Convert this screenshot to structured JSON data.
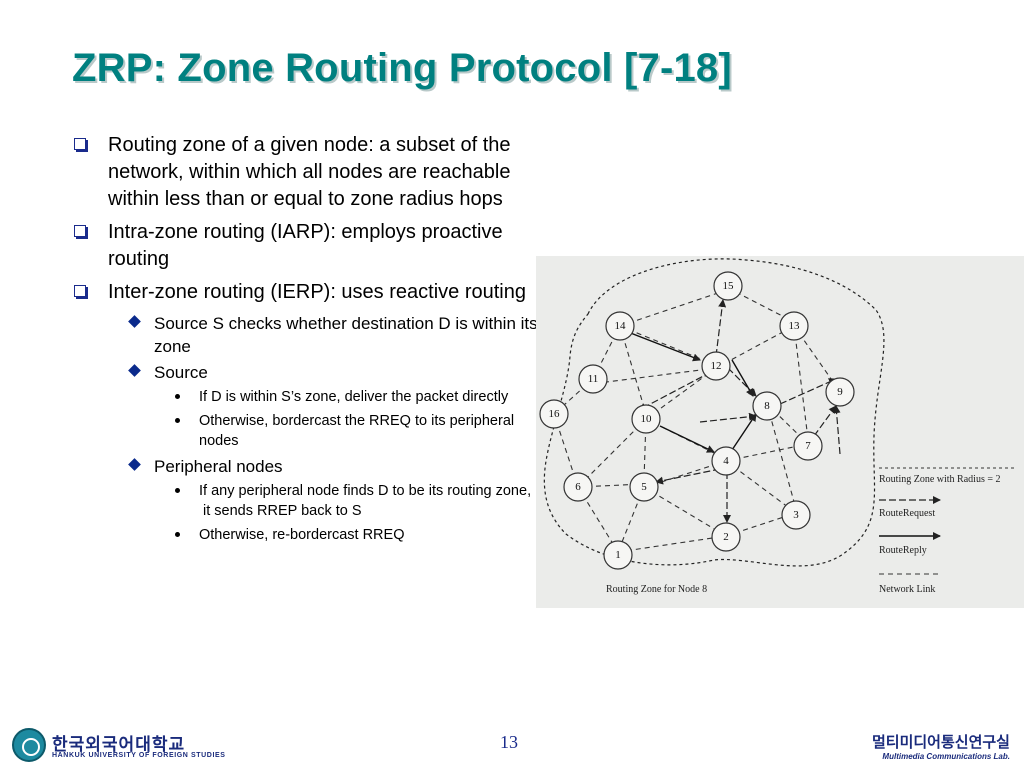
{
  "title": "ZRP: Zone Routing Protocol [7-18]",
  "bullets": {
    "b1": "Routing zone of a given node: a subset of the network, within which all nodes are reachable within less than or equal to zone radius hops",
    "b2": "Intra-zone routing (IARP): employs proactive routing",
    "b3": "Inter-zone routing (IERP): uses reactive routing",
    "b3_1": "Source S checks whether destination D is within its zone",
    "b3_2": "Source",
    "b3_2_1": "If D is within S’s zone, deliver the packet directly",
    "b3_2_2": "Otherwise, bordercast the RREQ to its peripheral nodes",
    "b3_3": "Peripheral nodes",
    "b3_3_1a": "If any peripheral node finds D to be its routing zone,",
    "b3_3_1b": " it sends RREP back to S",
    "b3_3_2": "Otherwise, re-bordercast RREQ"
  },
  "figure": {
    "caption": "Routing Zone for Node 8",
    "legend": {
      "zone": "Routing Zone with Radius = 2",
      "request": "RouteRequest",
      "reply": "RouteReply",
      "link": "Network Link"
    },
    "nodes": [
      "1",
      "2",
      "3",
      "4",
      "5",
      "6",
      "7",
      "8",
      "9",
      "10",
      "11",
      "12",
      "13",
      "14",
      "15",
      "16"
    ]
  },
  "footer": {
    "page_number": "13",
    "university_name": "한국외국어대학교",
    "university_sub": "HANKUK UNIVERSITY OF FOREIGN STUDIES",
    "lab_name": "멀티미디어통신연구실",
    "lab_sub": "Multimedia Communications Lab."
  },
  "colors": {
    "title": "#008080",
    "footer_text": "#1a2b7c",
    "bullet_marker": "#1a2b8c"
  }
}
